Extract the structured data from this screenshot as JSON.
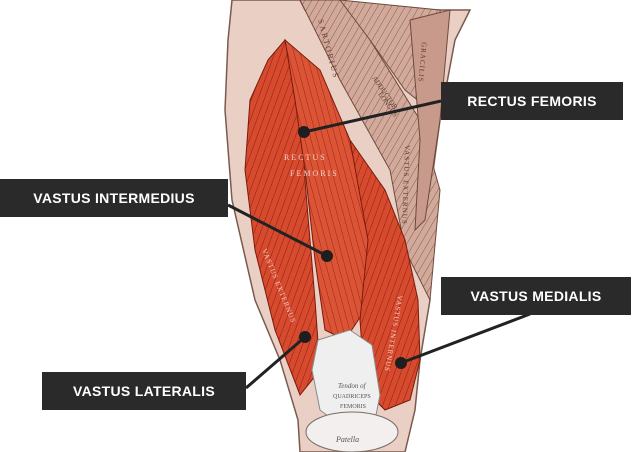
{
  "labels": {
    "rectus_femoris": "RECTUS FEMORIS",
    "vastus_intermedius": "VASTUS INTERMEDIUS",
    "vastus_medialis": "VASTUS MEDIALIS",
    "vastus_lateralis": "VASTUS LATERALIS"
  },
  "engraving_text": {
    "sartorius": "SARTORIUS",
    "adductor_longus": "ADDUCTOR LONGUS",
    "gracilis": "GRACILIS",
    "rectus_femoris": "RECTUS FEMORIS",
    "vastus_externus": "VASTUS EXTERNUS",
    "vastus_internus": "VASTUS INTERNUS",
    "tendon_of_quadriceps": "Tendon of QUADRICEPS FEMORIS",
    "patella": "Patella"
  },
  "colors": {
    "label_bg": "#2a2a2a",
    "label_text": "#ffffff",
    "leader_line": "#222222",
    "quadriceps_red": "#d9462b",
    "muscle_pink": "#c99a8a",
    "tendon_white": "#eeeeee"
  }
}
